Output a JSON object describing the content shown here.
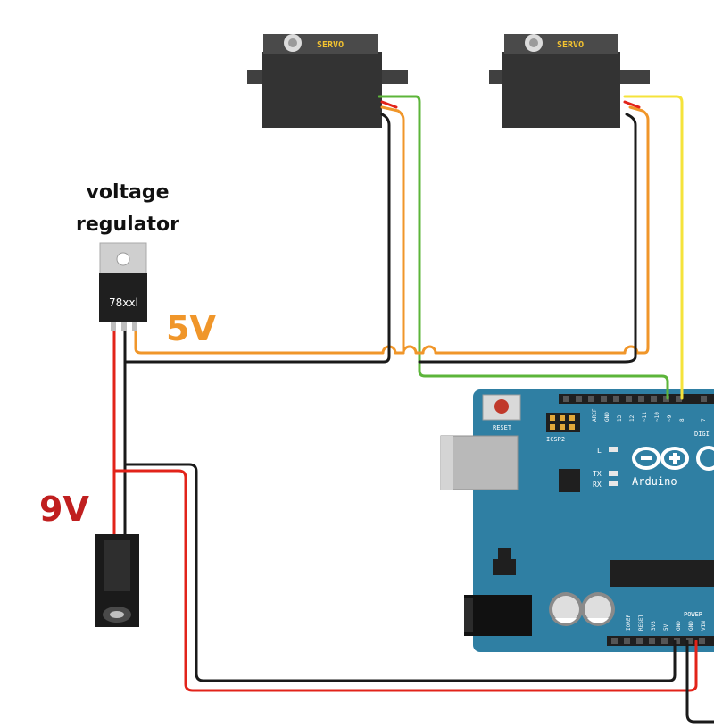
{
  "labels": {
    "regulator_title_line1": "voltage",
    "regulator_title_line2": "regulator",
    "regulator_part": "78xxl",
    "voltage_5v": "5V",
    "voltage_9v": "9V",
    "servo_1": "SERVO",
    "servo_2": "SERVO"
  },
  "arduino": {
    "brand": "Arduino",
    "reset": "RESET",
    "icsp": "ICSP2",
    "led_l": "L",
    "led_tx": "TX",
    "led_rx": "RX",
    "digital": "DIGI",
    "power": "POWER",
    "header_top": [
      "AREF",
      "GND",
      "13",
      "12",
      "~11",
      "~10",
      "~9",
      "8",
      "7"
    ],
    "header_bottom": [
      "IOREF",
      "RESET",
      "3V3",
      "5V",
      "GND",
      "GND",
      "VIN"
    ]
  },
  "colors": {
    "wire_red": "#e2231a",
    "wire_black": "#1a1a1a",
    "wire_orange": "#f0962a",
    "wire_green": "#5cb53a",
    "wire_yellow": "#f5e33b",
    "label_5v": "#f0962a",
    "label_9v": "#c01f1f",
    "board": "#2f7fa3",
    "servo_body": "#333333",
    "servo_text": "#f2c230"
  }
}
